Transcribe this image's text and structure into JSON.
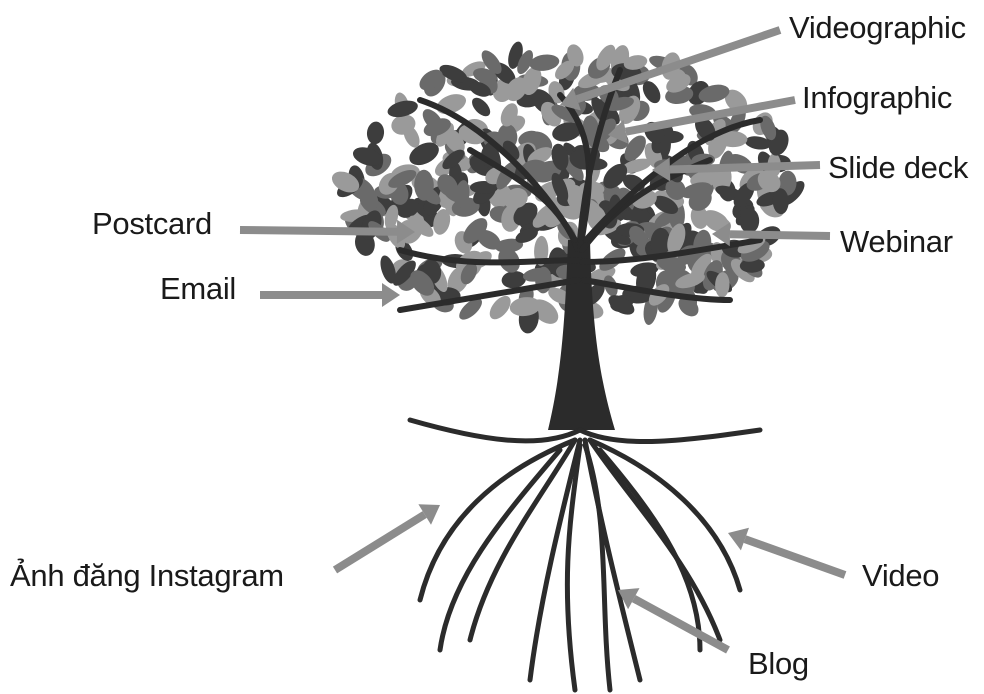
{
  "diagram": {
    "labels": {
      "videographic": "Videographic",
      "infographic": "Infographic",
      "slide_deck": "Slide deck",
      "webinar": "Webinar",
      "postcard": "Postcard",
      "email": "Email",
      "instagram": "Ảnh đăng Instagram",
      "video": "Video",
      "blog": "Blog"
    },
    "colors": {
      "arrow": "#8c8c8c",
      "trunk": "#2b2b2b",
      "leaf_dark": "#3d3d3d",
      "leaf_mid": "#6a6a6a",
      "leaf_light": "#9a9a9a"
    }
  }
}
